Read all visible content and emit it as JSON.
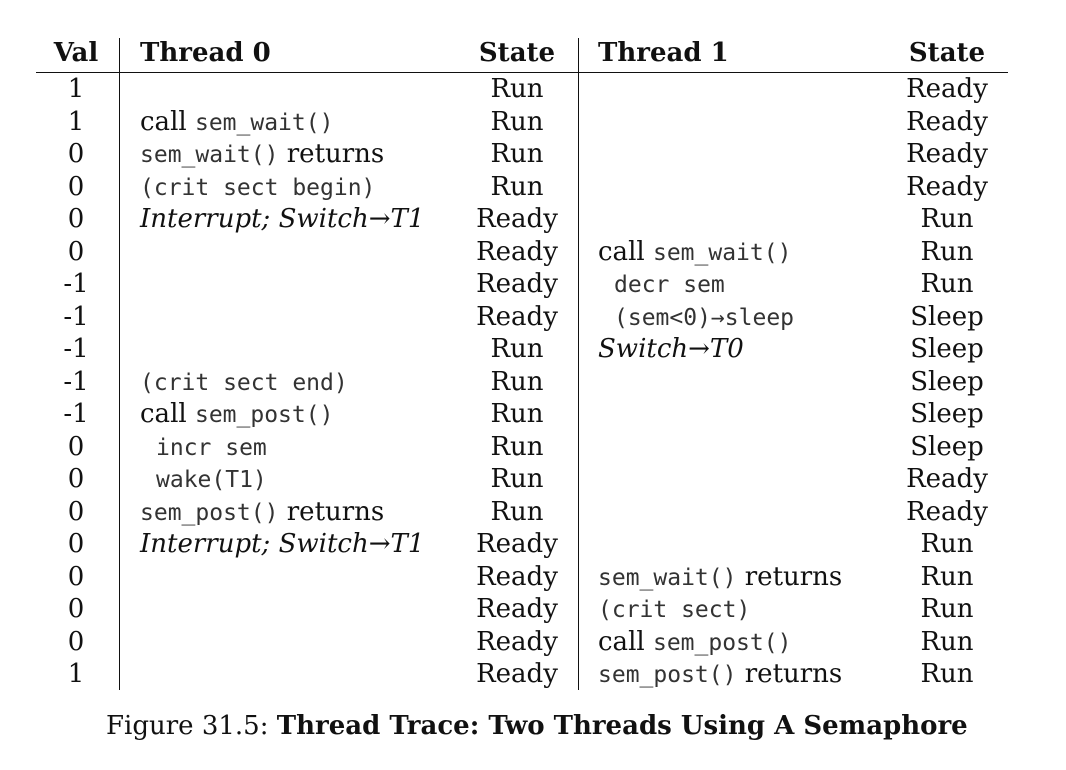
{
  "headers": {
    "val": "Val",
    "thread0": "Thread 0",
    "state0": "State",
    "thread1": "Thread 1",
    "state1": "State"
  },
  "rows": [
    {
      "val": "1",
      "t0": [],
      "s0": "Run",
      "t1": [],
      "s1": "Ready"
    },
    {
      "val": "1",
      "t0": [
        {
          "text": "call ",
          "style": "text"
        },
        {
          "text": "sem_wait()",
          "style": "mono"
        }
      ],
      "s0": "Run",
      "t1": [],
      "s1": "Ready"
    },
    {
      "val": "0",
      "t0": [
        {
          "text": "sem_wait()",
          "style": "mono"
        },
        {
          "text": " returns",
          "style": "text"
        }
      ],
      "s0": "Run",
      "t1": [],
      "s1": "Ready"
    },
    {
      "val": "0",
      "t0": [
        {
          "text": "(crit sect begin)",
          "style": "mono"
        }
      ],
      "s0": "Run",
      "t1": [],
      "s1": "Ready"
    },
    {
      "val": "0",
      "t0": [
        {
          "text": "Interrupt; Switch→T1",
          "style": "ital"
        }
      ],
      "s0": "Ready",
      "t1": [],
      "s1": "Run"
    },
    {
      "val": "0",
      "t0": [],
      "s0": "Ready",
      "t1": [
        {
          "text": "call ",
          "style": "text"
        },
        {
          "text": "sem_wait()",
          "style": "mono"
        }
      ],
      "s1": "Run"
    },
    {
      "val": "-1",
      "t0": [],
      "s0": "Ready",
      "t1": [
        {
          "text": "decr sem",
          "style": "mono",
          "indent": true
        }
      ],
      "s1": "Run"
    },
    {
      "val": "-1",
      "t0": [],
      "s0": "Ready",
      "t1": [
        {
          "text": "(sem<0)→sleep",
          "style": "mono",
          "indent": true
        }
      ],
      "s1": "Sleep"
    },
    {
      "val": "-1",
      "t0": [],
      "s0": "Run",
      "t1": [
        {
          "text": "Switch→T0",
          "style": "ital"
        }
      ],
      "s1": "Sleep"
    },
    {
      "val": "-1",
      "t0": [
        {
          "text": "(crit sect end)",
          "style": "mono"
        }
      ],
      "s0": "Run",
      "t1": [],
      "s1": "Sleep"
    },
    {
      "val": "-1",
      "t0": [
        {
          "text": "call ",
          "style": "text"
        },
        {
          "text": "sem_post()",
          "style": "mono"
        }
      ],
      "s0": "Run",
      "t1": [],
      "s1": "Sleep"
    },
    {
      "val": "0",
      "t0": [
        {
          "text": "incr sem",
          "style": "mono",
          "indent": true
        }
      ],
      "s0": "Run",
      "t1": [],
      "s1": "Sleep"
    },
    {
      "val": "0",
      "t0": [
        {
          "text": "wake(T1)",
          "style": "mono",
          "indent": true
        }
      ],
      "s0": "Run",
      "t1": [],
      "s1": "Ready"
    },
    {
      "val": "0",
      "t0": [
        {
          "text": "sem_post()",
          "style": "mono"
        },
        {
          "text": " returns",
          "style": "text"
        }
      ],
      "s0": "Run",
      "t1": [],
      "s1": "Ready"
    },
    {
      "val": "0",
      "t0": [
        {
          "text": "Interrupt; Switch→T1",
          "style": "ital"
        }
      ],
      "s0": "Ready",
      "t1": [],
      "s1": "Run"
    },
    {
      "val": "0",
      "t0": [],
      "s0": "Ready",
      "t1": [
        {
          "text": "sem_wait()",
          "style": "mono"
        },
        {
          "text": " returns",
          "style": "text"
        }
      ],
      "s1": "Run"
    },
    {
      "val": "0",
      "t0": [],
      "s0": "Ready",
      "t1": [
        {
          "text": "(crit sect)",
          "style": "mono"
        }
      ],
      "s1": "Run"
    },
    {
      "val": "0",
      "t0": [],
      "s0": "Ready",
      "t1": [
        {
          "text": "call ",
          "style": "text"
        },
        {
          "text": "sem_post()",
          "style": "mono"
        }
      ],
      "s1": "Run"
    },
    {
      "val": "1",
      "t0": [],
      "s0": "Ready",
      "t1": [
        {
          "text": "sem_post()",
          "style": "mono"
        },
        {
          "text": " returns",
          "style": "text"
        }
      ],
      "s1": "Run"
    }
  ],
  "caption": {
    "label": "Figure 31.5: ",
    "title": "Thread Trace: Two Threads Using A Semaphore"
  }
}
